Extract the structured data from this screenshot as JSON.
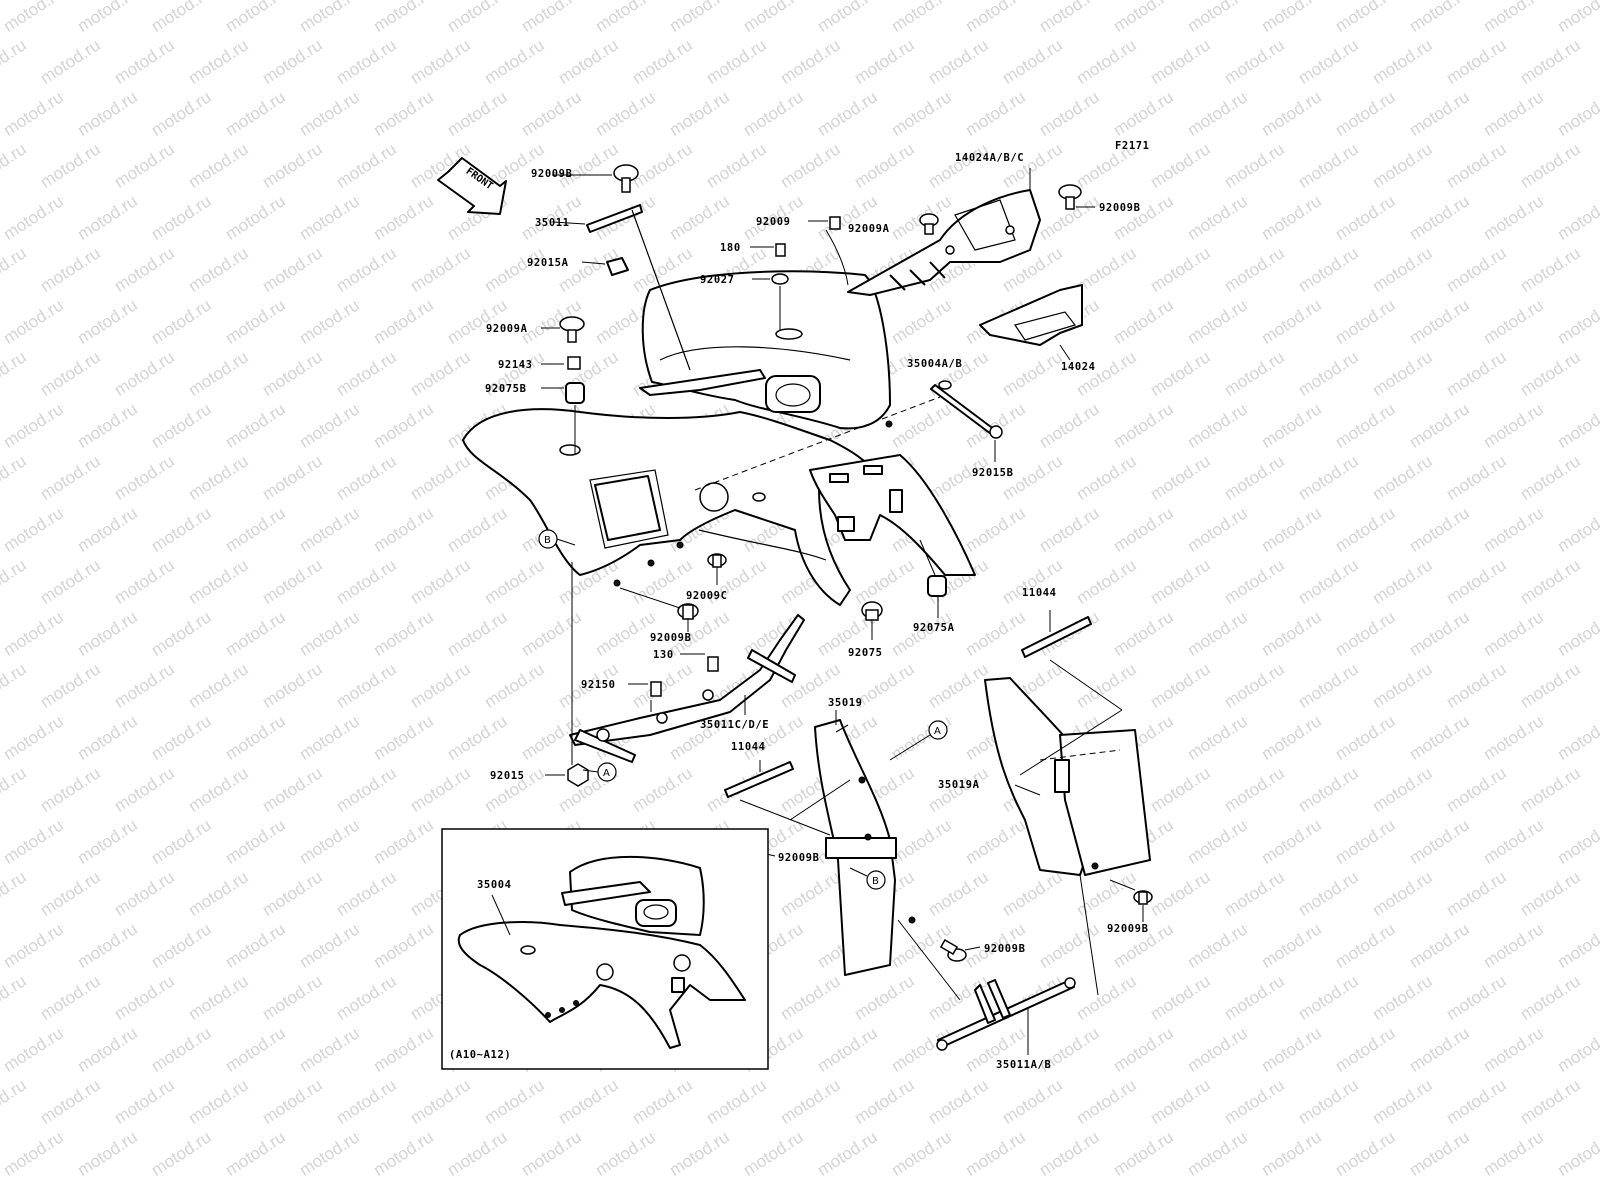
{
  "diagram": {
    "figure_code": "F2171",
    "front_label": "FRONT",
    "inset_label": "(A10~A12)",
    "watermark": "motod.ru",
    "callouts": [
      "A",
      "B"
    ],
    "part_labels": {
      "p92009B_top": "92009B",
      "p35011": "35011",
      "p92015A": "92015A",
      "p92009A_left": "92009A",
      "p92143": "92143",
      "p92075B": "92075B",
      "p180": "180",
      "p92027": "92027",
      "p92009": "92009",
      "p92009A_right": "92009A",
      "p14024ABC": "14024A/B/C",
      "p92009B_tr": "92009B",
      "p14024": "14024",
      "p35004AB": "35004A/B",
      "p92015B": "92015B",
      "p92009C": "92009C",
      "p92009B_mid": "92009B",
      "p92075": "92075",
      "p92075A": "92075A",
      "p130": "130",
      "p92150": "92150",
      "p35011CDE": "35011C/D/E",
      "p92015": "92015",
      "p35019": "35019",
      "p11044_left": "11044",
      "p11044_right": "11044",
      "p35019A": "35019A",
      "p92009B_flap": "92009B",
      "p92009B_flap2": "92009B",
      "p92009B_br": "92009B",
      "p35011AB": "35011A/B",
      "p35004": "35004"
    }
  }
}
